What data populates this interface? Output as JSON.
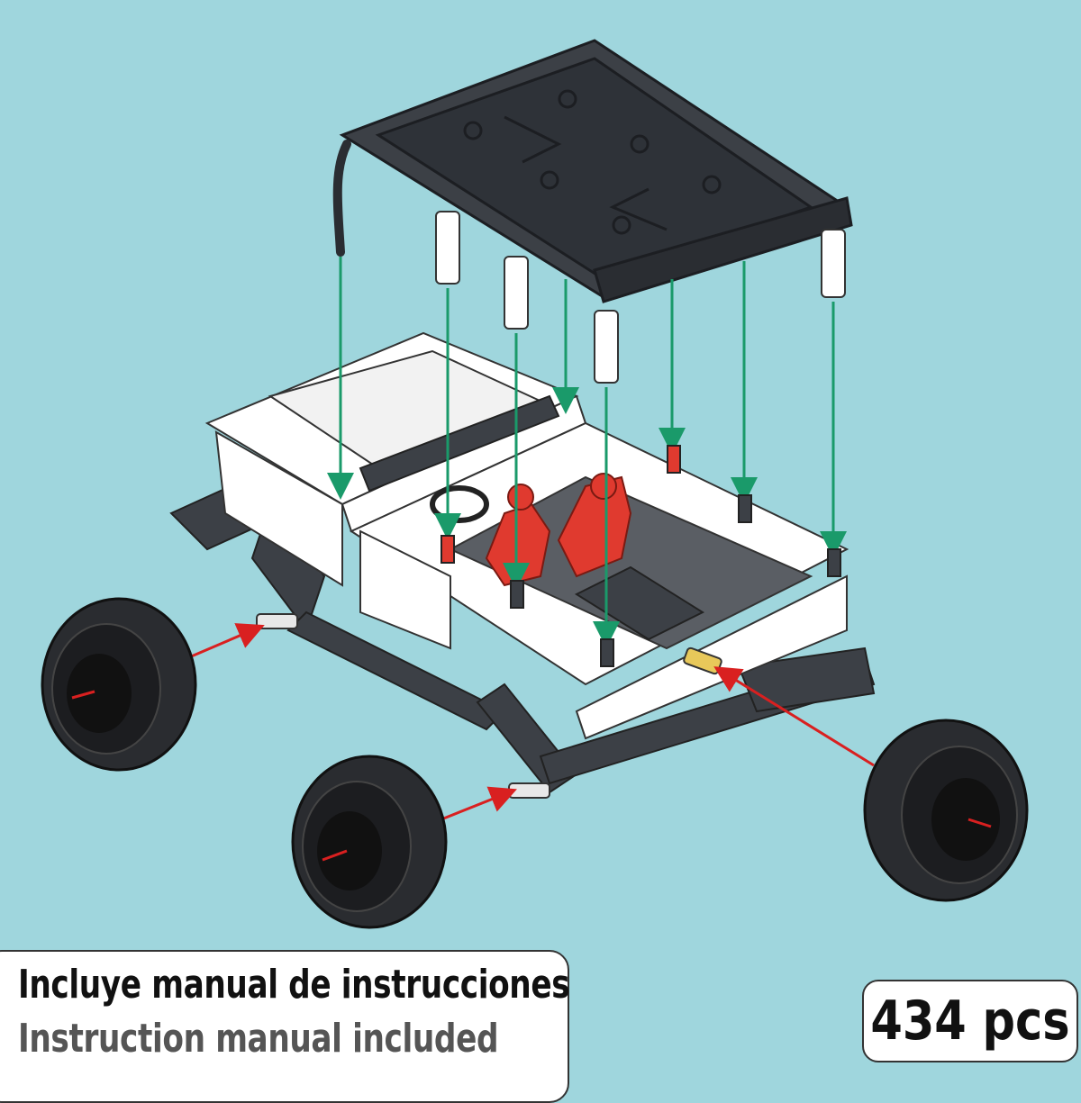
{
  "caption": {
    "spanish": "Incluye manual de instrucciones",
    "english": "Instruction manual included"
  },
  "piece_count": "434 pcs",
  "colors": {
    "background": "#9fd6dd",
    "frame_white": "#ffffff",
    "frame_dark": "#3c4046",
    "accent_red": "#e03a2f",
    "guide_green": "#1a9a6a"
  }
}
